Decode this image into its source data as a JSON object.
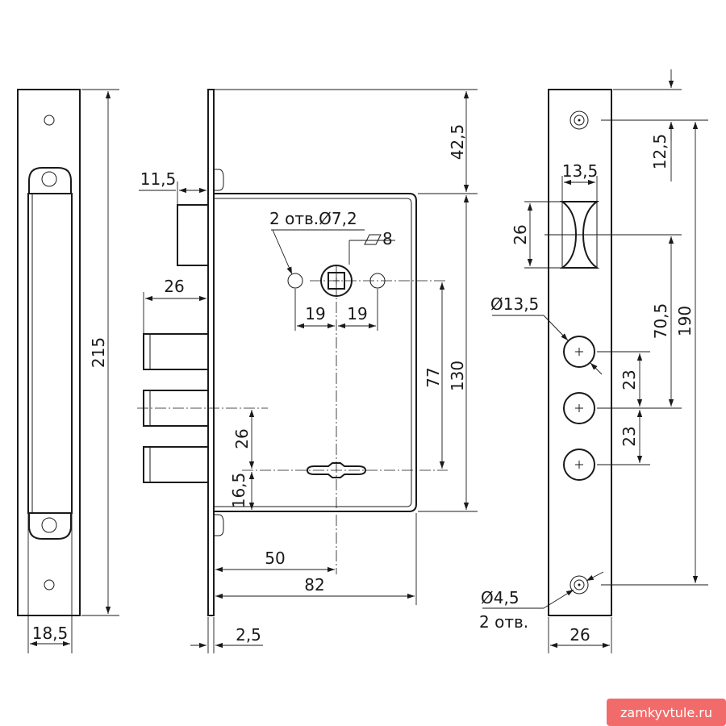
{
  "diagram": {
    "labels": {
      "d_215": "215",
      "d_18_5": "18,5",
      "d_11_5": "11,5",
      "d_26_bolt": "26",
      "d_2_5": "2,5",
      "d_50": "50",
      "d_82": "82",
      "d_26_vert": "26",
      "d_16_5": "16,5",
      "d_77": "77",
      "d_130": "130",
      "d_42_5": "42,5",
      "holes_note": "2 отв.Ø7,2",
      "square_note": "8",
      "d_19_left": "19",
      "d_19_right": "19",
      "d_12_5": "12,5",
      "d_13_5": "13,5",
      "d_26_latch": "26",
      "d_dia_13_5": "Ø13,5",
      "d_70_5": "70,5",
      "d_190": "190",
      "d_23_a": "23",
      "d_23_b": "23",
      "d_dia_4_5": "Ø4,5",
      "d_2_holes": "2 отв.",
      "d_26_width": "26"
    }
  },
  "watermark": {
    "text": "zamkyvtule.ru",
    "color": "#f26b6b"
  }
}
